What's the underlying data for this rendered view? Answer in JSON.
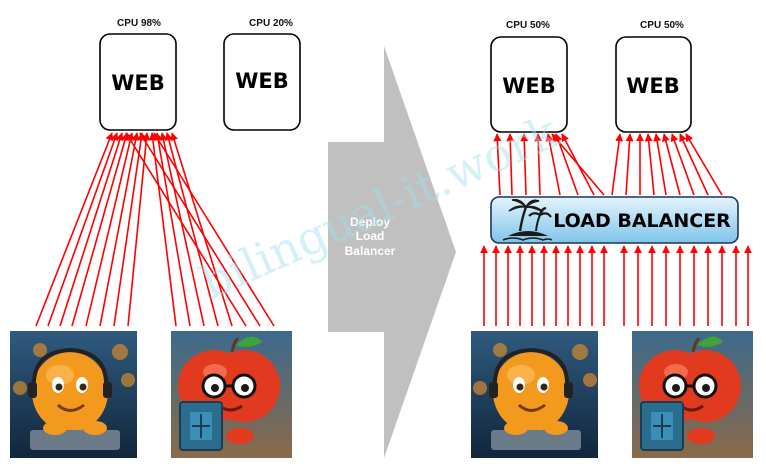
{
  "left": {
    "servers": [
      {
        "cpu_label": "CPU 98%",
        "name": "WEB"
      },
      {
        "cpu_label": "CPU 20%",
        "name": "WEB"
      }
    ]
  },
  "right": {
    "servers": [
      {
        "cpu_label": "CPU 50%",
        "name": "WEB"
      },
      {
        "cpu_label": "CPU 50%",
        "name": "WEB"
      }
    ],
    "load_balancer": {
      "label": "LOAD BALANCER",
      "icon": "palm-island-icon"
    }
  },
  "transition": {
    "line1": "Deploy",
    "line2": "Load",
    "line3": "Balancer"
  },
  "users": [
    {
      "icon": "orange-support-agent-icon"
    },
    {
      "icon": "apple-with-glasses-icon"
    }
  ],
  "watermark": "bilingual-it.work",
  "colors": {
    "arrow": "#ff0000",
    "big_arrow": "#c0c0c0",
    "lb_fill_top": "#e4f4fd",
    "lb_fill_bottom": "#7fc4ea",
    "server_border": "#000000"
  }
}
